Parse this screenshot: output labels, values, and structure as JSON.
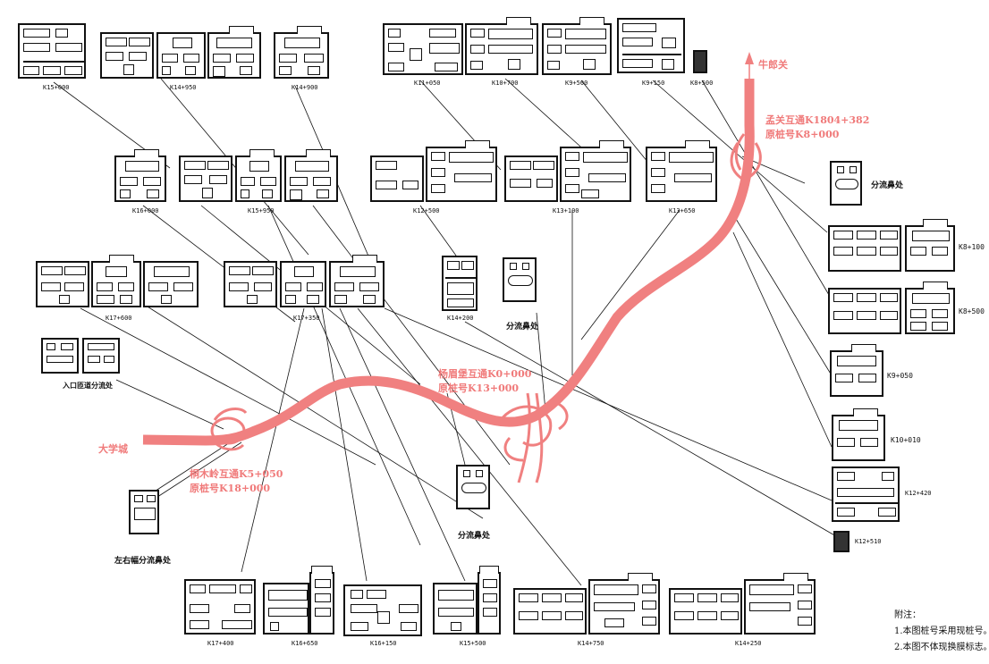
{
  "places": {
    "niulang": "牛郎关",
    "daxuecheng": "大学城",
    "mengguan_1": "孟关互通K1804+382",
    "mengguan_2": "原桩号K8+000",
    "yangmei_1": "杨眉堡互通K0+000",
    "yangmei_2": "原桩号K13+000",
    "tongmu_1": "桐木岭互通K5+050",
    "tongmu_2": "原桩号K18+000"
  },
  "labels": {
    "fenliu_1": "分流鼻处",
    "fenliu_2": "分流鼻处",
    "fenliu_3": "分流鼻处",
    "entrance_split": "入口匝道分流处",
    "lr_split": "左右幅分流鼻处"
  },
  "stakes": {
    "k15_000": "K15+000",
    "k14_950": "K14+950",
    "k14_900": "K14+900",
    "k11_050": "K11+050",
    "k10_700": "K10+700",
    "k9_500": "K9+500",
    "k9_150": "K9+150",
    "k8_500_top": "K8+500",
    "k16_000": "K16+000",
    "k15_950": "K15+950",
    "k12_500": "K12+500",
    "k13_100": "K13+100",
    "k13_650": "K13+650",
    "k8_100": "K8+100",
    "k8_500_right": "K8+500",
    "k17_600": "K17+600",
    "k17_350": "K17+350",
    "k14_200": "K14+200",
    "k9_050": "K9+050",
    "k10_010": "K10+010",
    "k12_420": "K12+420",
    "k12_510": "K12+510",
    "k17_400": "K17+400",
    "k16_650": "K16+650",
    "k16_150": "K16+150",
    "k15_500": "K15+500",
    "k14_750": "K14+750",
    "k14_250": "K14+250"
  },
  "notes": {
    "title": "附注：",
    "line1": "1.本图桩号采用现桩号。",
    "line2": "2.本图不体现换膜标志。"
  },
  "colors": {
    "road": "#f08080",
    "label_red": "#f07a7a",
    "ink": "#111111"
  },
  "icons": [
    "straight-arrow-icon",
    "turn-arrow-icon",
    "road-fork-icon"
  ]
}
